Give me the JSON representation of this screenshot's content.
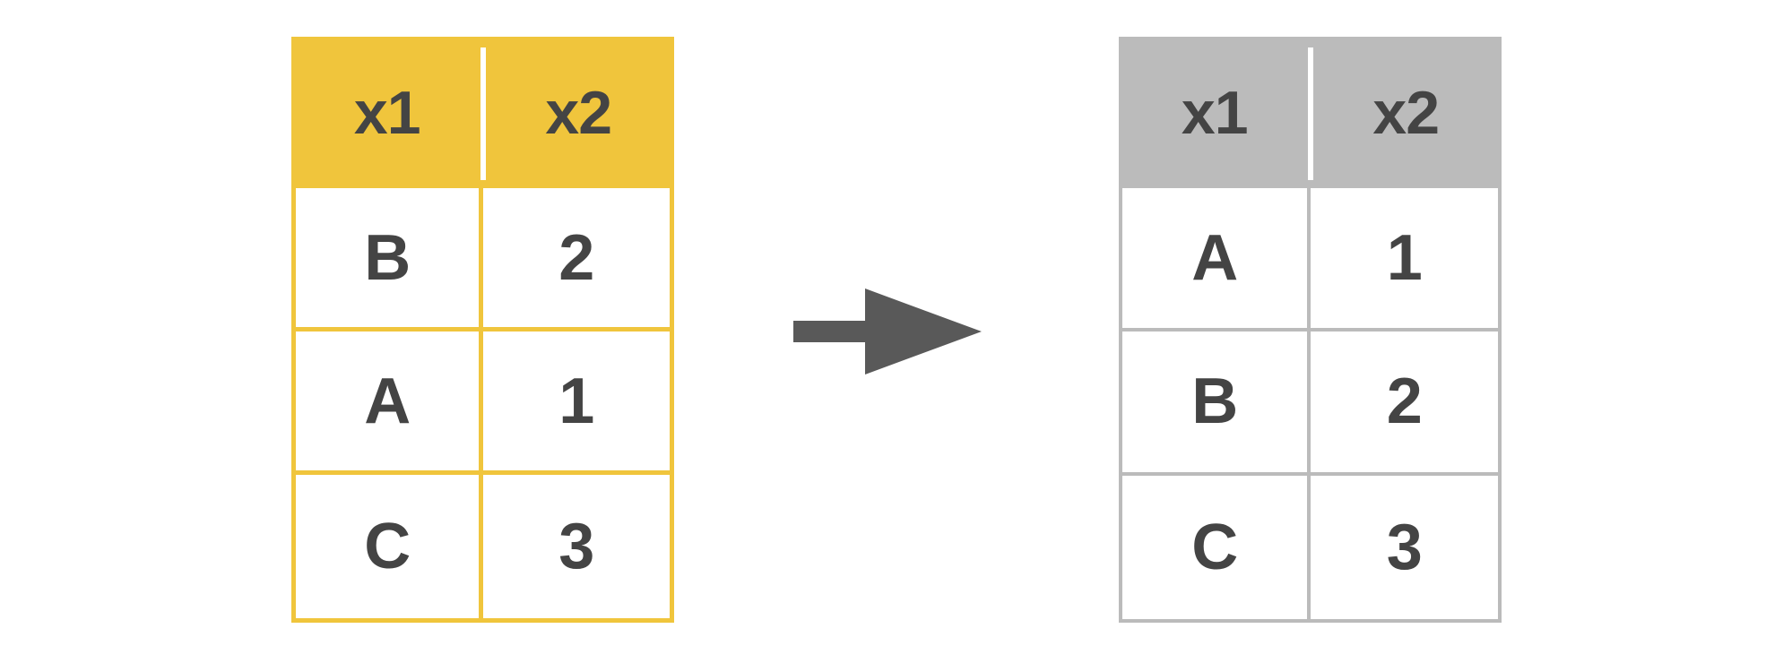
{
  "diagram": {
    "title": "",
    "type": "table-sort-transformation",
    "colors": {
      "source_accent": "#F0C53C",
      "result_accent": "#BBBBBB",
      "text": "#444444",
      "arrow": "#595959",
      "cell_background": "#FFFFFF",
      "page_background": "#FFFFFF"
    }
  },
  "source_table": {
    "name": "unsorted-table",
    "accent": "#F0C53C",
    "columns": [
      "x1",
      "x2"
    ],
    "rows": [
      {
        "x1": "B",
        "x2": "2"
      },
      {
        "x1": "A",
        "x2": "1"
      },
      {
        "x1": "C",
        "x2": "3"
      }
    ]
  },
  "result_table": {
    "name": "sorted-table",
    "accent": "#BBBBBB",
    "columns": [
      "x1",
      "x2"
    ],
    "rows": [
      {
        "x1": "A",
        "x2": "1"
      },
      {
        "x1": "B",
        "x2": "2"
      },
      {
        "x1": "C",
        "x2": "3"
      }
    ]
  },
  "arrow": {
    "icon": "arrow-right-icon",
    "label": "",
    "color": "#595959",
    "direction": "right"
  }
}
